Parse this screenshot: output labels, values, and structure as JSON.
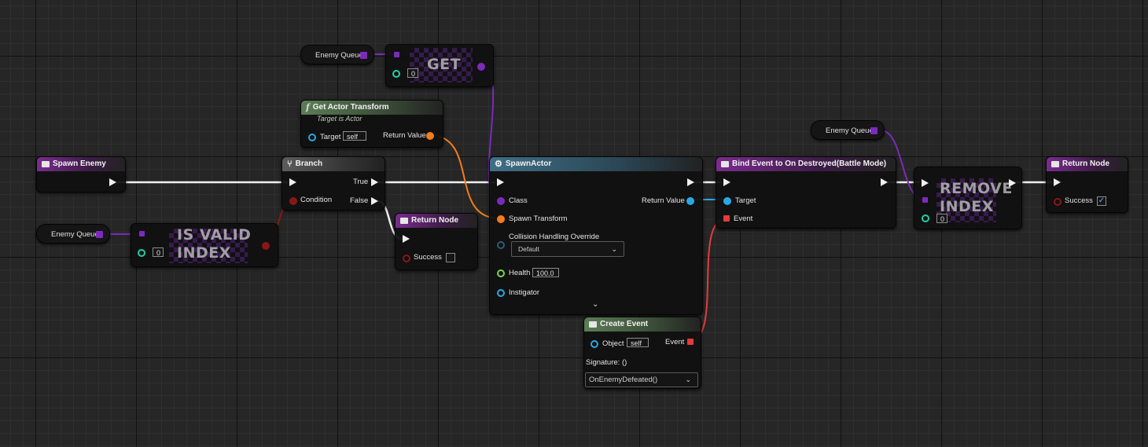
{
  "variables": {
    "enemy_queue": "Enemy Queue"
  },
  "get_node": {
    "title": "GET",
    "index": "0"
  },
  "actor_transform": {
    "title": "Get Actor Transform",
    "subtitle": "Target is Actor",
    "target_label": "Target",
    "target_value": "self",
    "return_label": "Return Value"
  },
  "spawn_enemy": {
    "title": "Spawn Enemy"
  },
  "branch": {
    "title": "Branch",
    "true_label": "True",
    "false_label": "False",
    "condition_label": "Condition"
  },
  "is_valid_index": {
    "line1": "IS VALID",
    "line2": "INDEX",
    "index": "0"
  },
  "return_node_false": {
    "title": "Return Node",
    "success_label": "Success"
  },
  "spawn_actor": {
    "title": "SpawnActor",
    "class_label": "Class",
    "transform_label": "Spawn Transform",
    "collision_label": "Collision Handling Override",
    "collision_value": "Default",
    "health_label": "Health",
    "health_value": "100.0",
    "instigator_label": "Instigator",
    "return_label": "Return Value"
  },
  "create_event": {
    "title": "Create Event",
    "object_label": "Object",
    "object_value": "self",
    "event_label": "Event",
    "signature": "Signature: ()",
    "function": "OnEnemyDefeated()"
  },
  "bind_event": {
    "title": "Bind Event to On Destroyed(Battle Mode)",
    "target_label": "Target",
    "event_label": "Event"
  },
  "remove_index": {
    "line1": "REMOVE",
    "line2": "INDEX",
    "index": "0"
  },
  "return_node_end": {
    "title": "Return Node",
    "success_label": "Success",
    "success_checked": "✓"
  },
  "colors": {
    "exec": "#f0f0f0",
    "object": "#7b2bb9",
    "struct": "#f47c1a",
    "bool": "#8a1717",
    "int": "#1fd0a8",
    "float": "#7ad64c",
    "actor": "#2aa8e6",
    "delegate": "#e43c3c"
  }
}
